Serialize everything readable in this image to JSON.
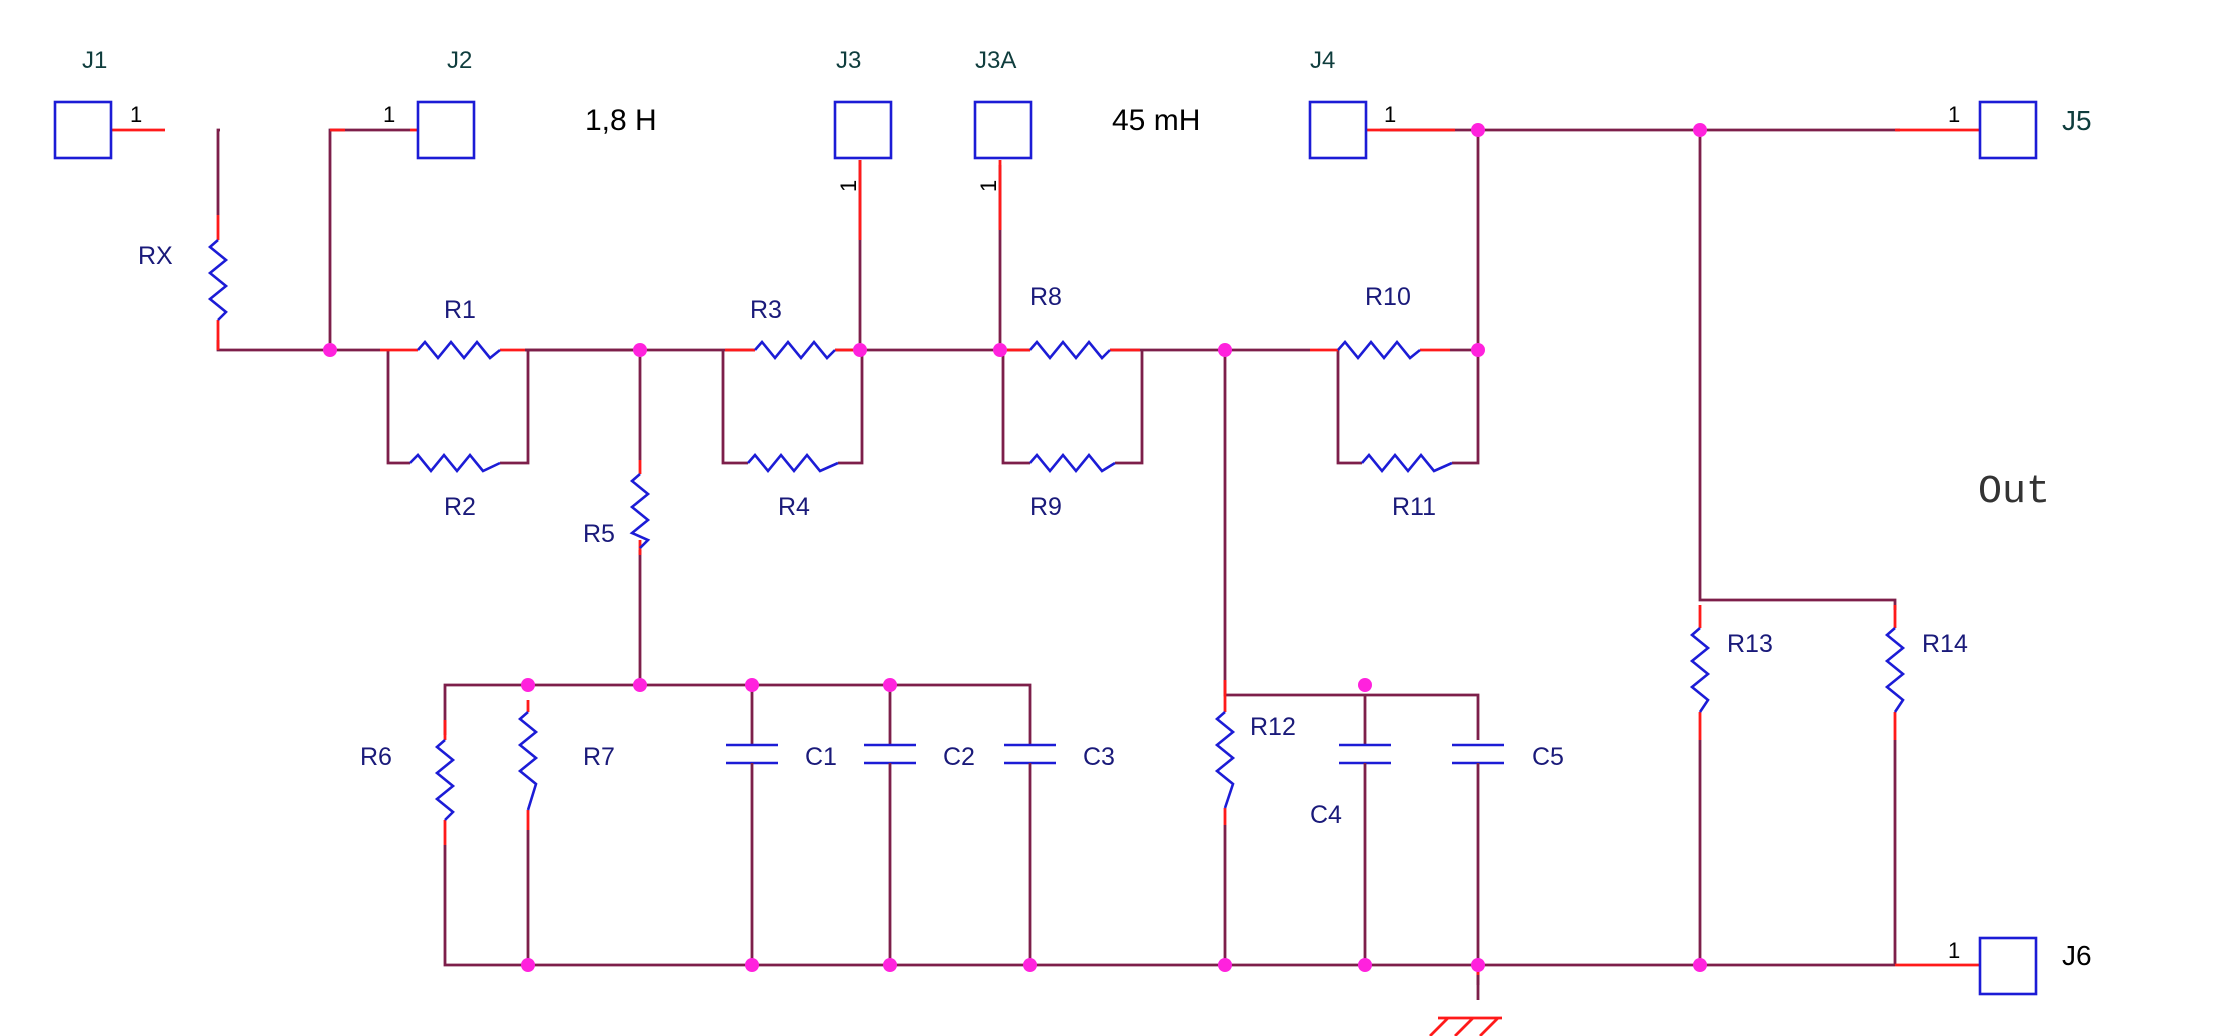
{
  "connectors": {
    "j1": {
      "ref": "J1",
      "pin": "1"
    },
    "j2": {
      "ref": "J2",
      "pin": "1"
    },
    "j3": {
      "ref": "J3",
      "pin": "1"
    },
    "j3a": {
      "ref": "J3A",
      "pin": "1"
    },
    "j4": {
      "ref": "J4",
      "pin": "1"
    },
    "j5": {
      "ref": "J5",
      "pin": "1"
    },
    "j6": {
      "ref": "J6",
      "pin": "1"
    }
  },
  "values": {
    "inductance_1": "1,8 H",
    "inductance_2": "45 mH"
  },
  "output_label": "Out",
  "resistors": {
    "rx": "RX",
    "r1": "R1",
    "r2": "R2",
    "r3": "R3",
    "r4": "R4",
    "r5": "R5",
    "r6": "R6",
    "r7": "R7",
    "r8": "R8",
    "r9": "R9",
    "r10": "R10",
    "r11": "R11",
    "r12": "R12",
    "r13": "R13",
    "r14": "R14"
  },
  "capacitors": {
    "c1": "C1",
    "c2": "C2",
    "c3": "C3",
    "c4": "C4",
    "c5": "C5"
  },
  "colors": {
    "wire": "#7d1f4a",
    "lead": "#ff1a1a",
    "component": "#1c1cd6",
    "junction": "#ff22dd",
    "component_label": "#1a1a7a",
    "connector_label": "#0f3d3d",
    "text": "#000000"
  }
}
